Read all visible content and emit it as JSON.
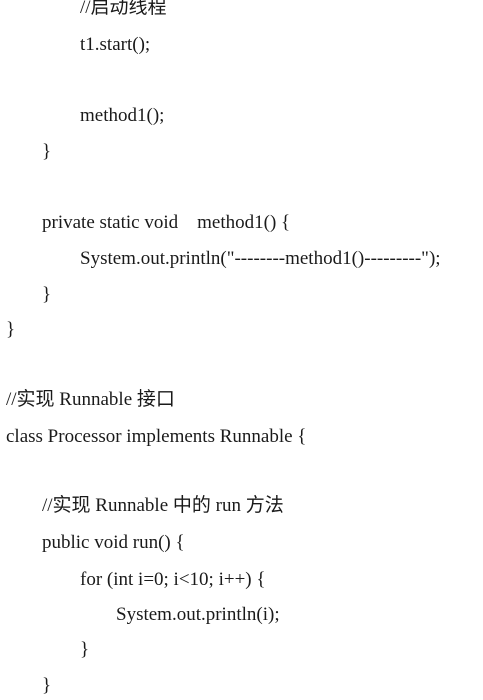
{
  "document": {
    "lines": [
      "//启动线程",
      "t1.start();",
      "",
      "method1();",
      "}",
      "",
      "private static void    method1() {",
      "System.out.println(\"--------method1()---------\");",
      "}",
      "}",
      "",
      "//实现 Runnable 接口",
      "class Processor implements Runnable {",
      "",
      "//实现 Runnable 中的 run 方法",
      "public void run() {",
      "for (int i=0; i<10; i++) {",
      "System.out.println(i);",
      "}",
      "}"
    ]
  }
}
